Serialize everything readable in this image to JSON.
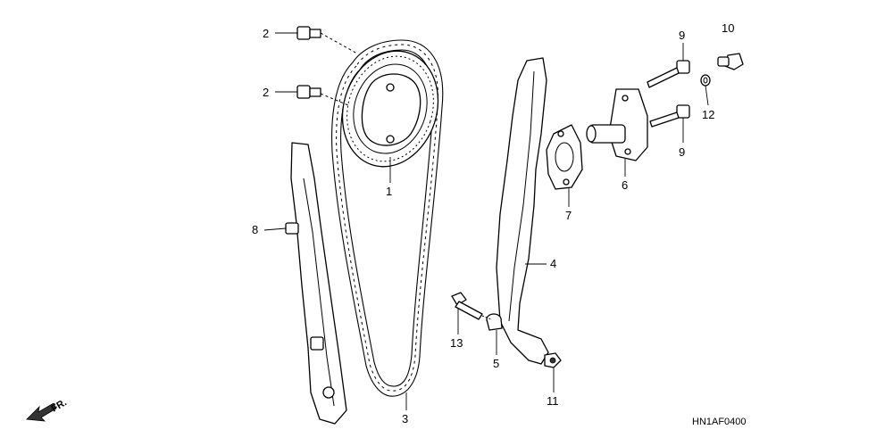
{
  "callouts": {
    "c1": "1",
    "c2a": "2",
    "c2b": "2",
    "c3": "3",
    "c4": "4",
    "c5": "5",
    "c6": "6",
    "c7": "7",
    "c8": "8",
    "c9a": "9",
    "c9b": "9",
    "c10": "10",
    "c11": "11",
    "c12": "12",
    "c13": "13"
  },
  "direction_label": "FR.",
  "diagram_code": "HN1AF0400"
}
